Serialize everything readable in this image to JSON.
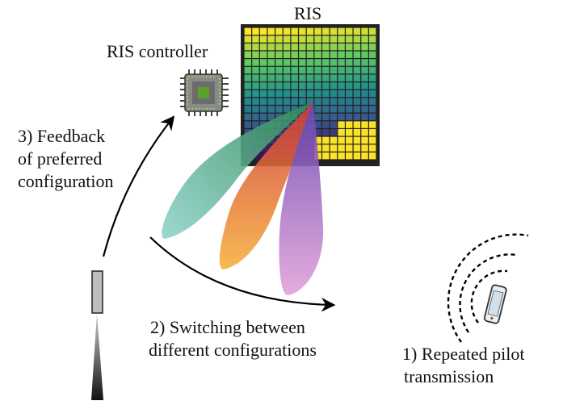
{
  "labels": {
    "ris": "RIS",
    "ris_controller": "RIS controller",
    "feedback_line1": "3) Feedback",
    "feedback_line2": "of preferred",
    "feedback_line3": "configuration",
    "switching_line1": "2) Switching between",
    "switching_line2": "different configurations",
    "pilot_line1": "1) Repeated pilot",
    "pilot_line2": "transmission"
  },
  "colors": {
    "beam_teal": "#7fc9c0",
    "beam_orange": "#f2a23e",
    "beam_purple": "#b07fd0",
    "chip_body": "#8a8a8a",
    "chip_core": "#5aa02c",
    "ris_frame": "#222222",
    "arrow": "#000000"
  },
  "icons": {
    "controller": "microchip-icon",
    "user_device": "smartphone-icon",
    "base_station": "antenna-icon",
    "signal": "radio-waves-icon"
  }
}
